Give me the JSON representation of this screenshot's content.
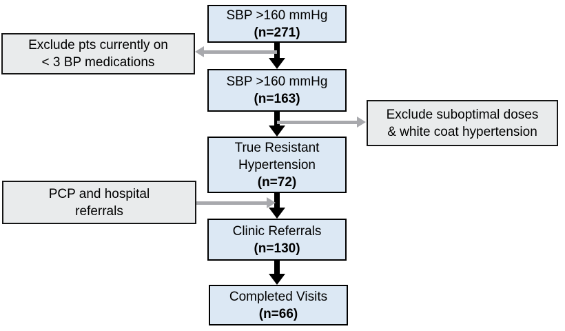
{
  "flowchart": {
    "main_boxes": [
      {
        "title": "SBP >160 mmHg",
        "title2": "",
        "count": "(n=271)"
      },
      {
        "title": "SBP >160 mmHg",
        "title2": "",
        "count": "(n=163)"
      },
      {
        "title": "True Resistant",
        "title2": "Hypertension",
        "count": "(n=72)"
      },
      {
        "title": "Clinic Referrals",
        "title2": "",
        "count": "(n=130)"
      },
      {
        "title": "Completed Visits",
        "title2": "",
        "count": "(n=66)"
      }
    ],
    "side_boxes": [
      {
        "line1": "Exclude pts currently on",
        "line2": "< 3 BP medications",
        "side": "left",
        "arrow_direction": "into-side-box"
      },
      {
        "line1": "Exclude suboptimal doses",
        "line2": "& white coat hypertension",
        "side": "right",
        "arrow_direction": "into-side-box"
      },
      {
        "line1": "PCP and hospital",
        "line2": "referrals",
        "side": "left",
        "arrow_direction": "into-main-flow"
      }
    ],
    "colors": {
      "main_box_fill": "#dce8f4",
      "main_box_border": "#000000",
      "side_box_fill": "#e9ebec",
      "side_box_border": "#151515",
      "flow_arrow": "#000000",
      "branch_arrow": "#a8a9ad",
      "background": "#ffffff"
    }
  }
}
